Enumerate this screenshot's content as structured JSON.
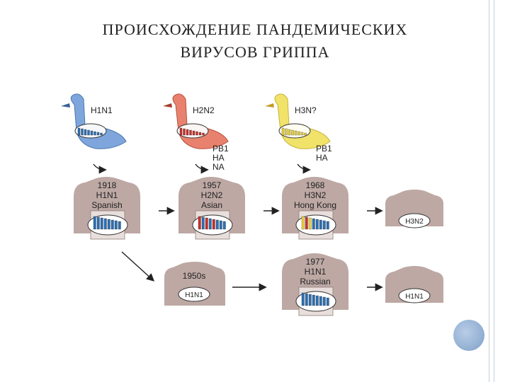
{
  "title": {
    "line1": "ПРОИСХОЖДЕНИЕ  ПАНДЕМИЧЕСКИХ",
    "line2": "ВИРУСОВ  ГРИППА"
  },
  "birds": [
    {
      "label": "H1N1",
      "color": "#7ea6dc",
      "genes": []
    },
    {
      "label": "H2N2",
      "color": "#e8826e",
      "genes": [
        "PB1",
        "HA",
        "NA"
      ]
    },
    {
      "label": "H3N?",
      "color": "#f1e36a",
      "genes": [
        "PB1",
        "HA"
      ]
    }
  ],
  "pandemics": [
    {
      "year": "1918",
      "subtype": "H1N1",
      "name": "Spanish"
    },
    {
      "year": "1957",
      "subtype": "H2N2",
      "name": "Asian"
    },
    {
      "year": "1968",
      "subtype": "H3N2",
      "name": "Hong Kong"
    },
    {
      "year": "1977",
      "subtype": "H1N1",
      "name": "Russian"
    }
  ],
  "small_virus_labels": {
    "later_h3n2": "H3N2",
    "era_1950s": "1950s",
    "era_1950s_virus": "H1N1",
    "later_h1n1": "H1N1"
  },
  "colors": {
    "torso": "#bda8a4",
    "strain_blue": "#2d6fb3",
    "strain_red": "#c9302c",
    "strain_yellow": "#e9d23a"
  }
}
